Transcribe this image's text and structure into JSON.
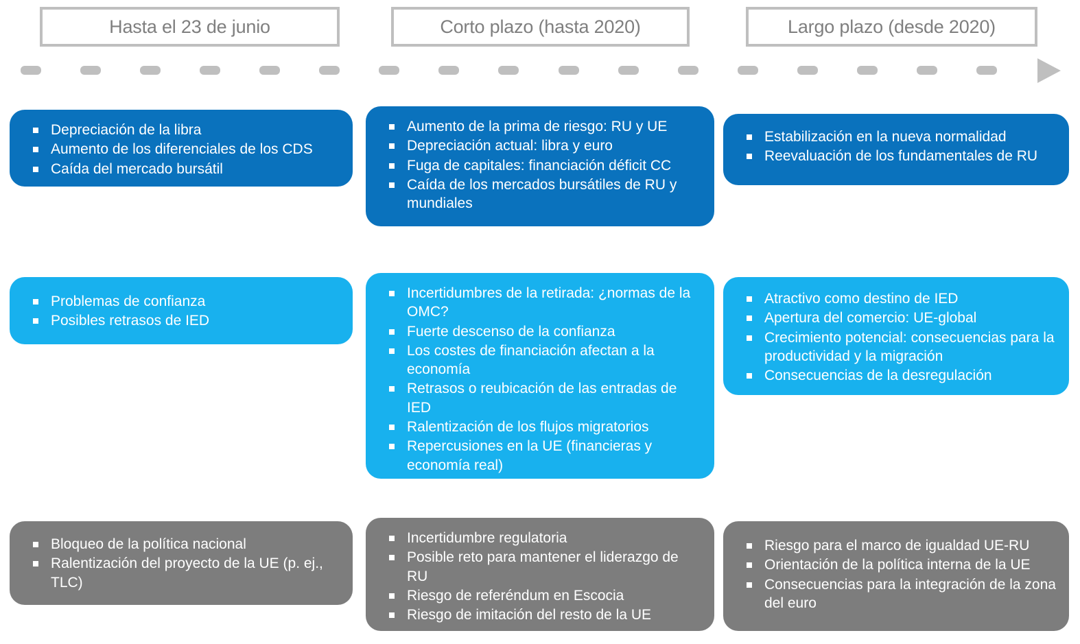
{
  "diagram": {
    "title_bar": {
      "phases": [
        {
          "label": "Hasta el 23 de junio"
        },
        {
          "label": "Corto plazo (hasta 2020)"
        },
        {
          "label": "Largo plazo (desde 2020)"
        }
      ],
      "timeline_icon": "arrow-right-icon",
      "dash_count": 17
    },
    "colors": {
      "dark_blue": "#0a72bd",
      "light_blue": "#18b1ee",
      "grey": "#7d7d7d",
      "border_grey": "#bfbfbf",
      "label_grey": "#7f7f7f"
    },
    "rows": [
      {
        "name": "mercados-financieros",
        "style": "dark-blue",
        "cards": [
          {
            "column": "hasta-el-23-de-junio",
            "bullets": [
              "Depreciación de la libra",
              "Aumento de los diferenciales de los CDS",
              "Caída del mercado bursátil"
            ]
          },
          {
            "column": "corto-plazo",
            "bullets": [
              "Aumento de la prima de riesgo: RU y UE",
              "Depreciación actual: libra y euro",
              "Fuga de capitales: financiación déficit CC",
              "Caída de los mercados bursátiles de RU y mundiales"
            ]
          },
          {
            "column": "largo-plazo",
            "bullets": [
              "Estabilización en la nueva normalidad",
              "Reevaluación de los fundamentales de RU"
            ]
          }
        ]
      },
      {
        "name": "economia-real",
        "style": "light-blue",
        "cards": [
          {
            "column": "hasta-el-23-de-junio",
            "bullets": [
              "Problemas de confianza",
              "Posibles retrasos de IED"
            ]
          },
          {
            "column": "corto-plazo",
            "bullets": [
              "Incertidumbres de la retirada: ¿normas de la OMC?",
              "Fuerte descenso de la confianza",
              "Los costes de financiación afectan a la economía",
              "Retrasos o reubicación de las entradas de IED",
              "Ralentización de los flujos migratorios",
              "Repercusiones en la UE (financieras y economía real)"
            ]
          },
          {
            "column": "largo-plazo",
            "bullets": [
              "Atractivo como destino de IED",
              "Apertura del comercio: UE-global",
              "Crecimiento potencial: consecuencias para la productividad y la migración",
              "Consecuencias de la desregulación"
            ]
          }
        ]
      },
      {
        "name": "politica",
        "style": "grey",
        "cards": [
          {
            "column": "hasta-el-23-de-junio",
            "bullets": [
              "Bloqueo de la política nacional",
              "Ralentización del proyecto de la UE (p. ej., TLC)"
            ]
          },
          {
            "column": "corto-plazo",
            "bullets": [
              "Incertidumbre regulatoria",
              "Posible reto para mantener el liderazgo de RU",
              "Riesgo de referéndum en Escocia",
              "Riesgo de imitación del resto de la UE"
            ]
          },
          {
            "column": "largo-plazo",
            "bullets": [
              "Riesgo para el marco de igualdad UE-RU",
              "Orientación de la política interna de la UE",
              "Consecuencias para la integración de la zona del euro"
            ]
          }
        ]
      }
    ]
  }
}
